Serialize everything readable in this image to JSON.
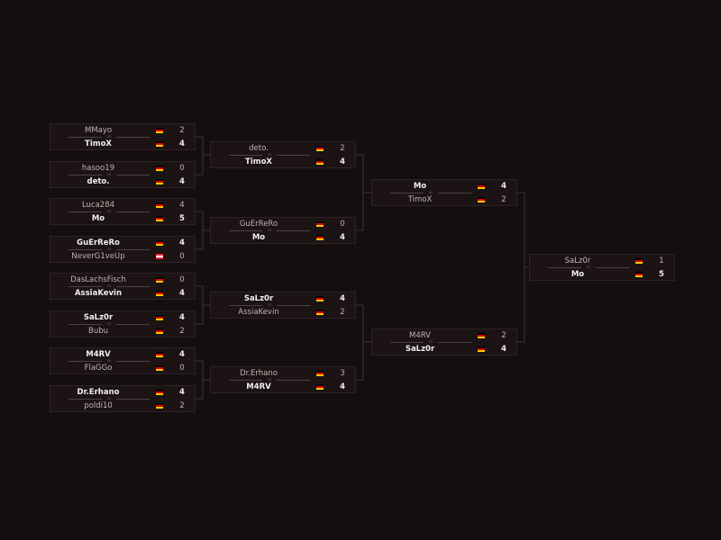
{
  "vs_label": "VS",
  "rounds": [
    {
      "matches": [
        {
          "teams": [
            {
              "name": "MMayo",
              "flag": "de",
              "score": "2",
              "winner": false
            },
            {
              "name": "TimoX",
              "flag": "de",
              "score": "4",
              "winner": true
            }
          ]
        },
        {
          "teams": [
            {
              "name": "hasoo19",
              "flag": "de",
              "score": "0",
              "winner": false
            },
            {
              "name": "deto.",
              "flag": "de",
              "score": "4",
              "winner": true
            }
          ]
        },
        {
          "teams": [
            {
              "name": "Luca284",
              "flag": "de",
              "score": "4",
              "winner": false
            },
            {
              "name": "Mo",
              "flag": "de",
              "score": "5",
              "winner": true
            }
          ]
        },
        {
          "teams": [
            {
              "name": "GuErReRo",
              "flag": "de",
              "score": "4",
              "winner": true
            },
            {
              "name": "NeverG1veUp",
              "flag": "at",
              "score": "0",
              "winner": false
            }
          ]
        },
        {
          "teams": [
            {
              "name": "DasLachsFisch",
              "flag": "de",
              "score": "0",
              "winner": false
            },
            {
              "name": "AssiaKevin",
              "flag": "de",
              "score": "4",
              "winner": true
            }
          ]
        },
        {
          "teams": [
            {
              "name": "SaLz0r",
              "flag": "de",
              "score": "4",
              "winner": true
            },
            {
              "name": "Bubu",
              "flag": "de",
              "score": "2",
              "winner": false
            }
          ]
        },
        {
          "teams": [
            {
              "name": "M4RV",
              "flag": "de",
              "score": "4",
              "winner": true
            },
            {
              "name": "FlaGGo",
              "flag": "de",
              "score": "0",
              "winner": false
            }
          ]
        },
        {
          "teams": [
            {
              "name": "Dr.Erhano",
              "flag": "de",
              "score": "4",
              "winner": true
            },
            {
              "name": "poldi10",
              "flag": "de",
              "score": "2",
              "winner": false
            }
          ]
        }
      ]
    },
    {
      "matches": [
        {
          "teams": [
            {
              "name": "deto.",
              "flag": "de",
              "score": "2",
              "winner": false
            },
            {
              "name": "TimoX",
              "flag": "de",
              "score": "4",
              "winner": true
            }
          ]
        },
        {
          "teams": [
            {
              "name": "GuErReRo",
              "flag": "de",
              "score": "0",
              "winner": false
            },
            {
              "name": "Mo",
              "flag": "de",
              "score": "4",
              "winner": true
            }
          ]
        },
        {
          "teams": [
            {
              "name": "SaLz0r",
              "flag": "de",
              "score": "4",
              "winner": true
            },
            {
              "name": "AssiaKevin",
              "flag": "de",
              "score": "2",
              "winner": false
            }
          ]
        },
        {
          "teams": [
            {
              "name": "Dr.Erhano",
              "flag": "de",
              "score": "3",
              "winner": false
            },
            {
              "name": "M4RV",
              "flag": "de",
              "score": "4",
              "winner": true
            }
          ]
        }
      ]
    },
    {
      "matches": [
        {
          "teams": [
            {
              "name": "Mo",
              "flag": "de",
              "score": "4",
              "winner": true
            },
            {
              "name": "TimoX",
              "flag": "de",
              "score": "2",
              "winner": false
            }
          ]
        },
        {
          "teams": [
            {
              "name": "M4RV",
              "flag": "de",
              "score": "2",
              "winner": false
            },
            {
              "name": "SaLz0r",
              "flag": "de",
              "score": "4",
              "winner": true
            }
          ]
        }
      ]
    },
    {
      "matches": [
        {
          "teams": [
            {
              "name": "SaLz0r",
              "flag": "de",
              "score": "1",
              "winner": false
            },
            {
              "name": "Mo",
              "flag": "de",
              "score": "5",
              "winner": true
            }
          ]
        }
      ]
    }
  ]
}
